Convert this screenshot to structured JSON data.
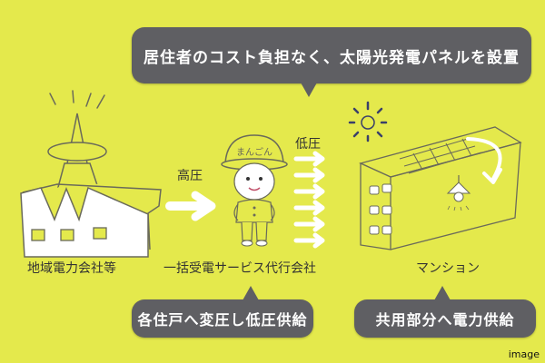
{
  "colors": {
    "background": "#e4e94c",
    "bubble": "#5f5f63",
    "bubble_text": "#ffffff",
    "label_text": "#333333",
    "arrow": "#ffffff",
    "line": "#6a6a5a"
  },
  "top_bubble": {
    "text": "居住者のコスト負担なく、太陽光発電パネルを設置"
  },
  "nodes": [
    {
      "id": "utility",
      "label": "地域電力会社等",
      "icon": "power-plant-icon"
    },
    {
      "id": "agent",
      "label": "一括受電サービス代行会社",
      "icon": "worker-mascot-icon",
      "helmet_text": "まんごん"
    },
    {
      "id": "mansion",
      "label": "マンション",
      "icon": "apartment-building-icon"
    }
  ],
  "edges": [
    {
      "from": "utility",
      "to": "agent",
      "label": "高圧",
      "arrow_count": 1
    },
    {
      "from": "agent",
      "to": "mansion",
      "label": "低圧",
      "arrow_count": 6
    }
  ],
  "bottom_bubbles": [
    {
      "text": "各住戸へ変圧し低圧供給"
    },
    {
      "text": "共用部分へ電力供給"
    }
  ],
  "credit": "image"
}
